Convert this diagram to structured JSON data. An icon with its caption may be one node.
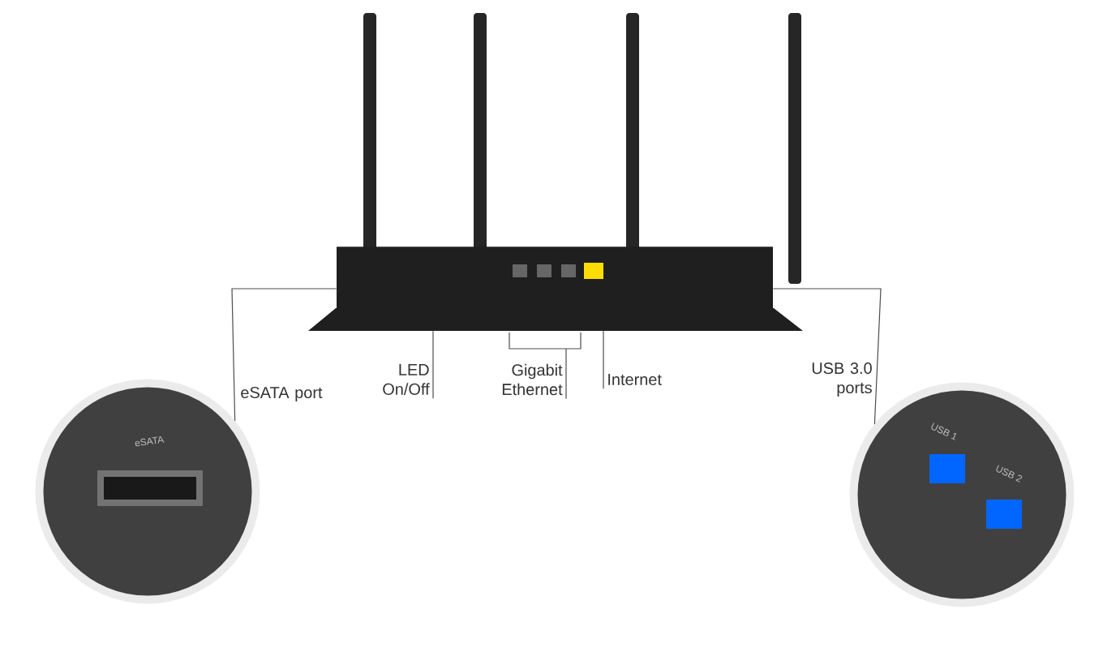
{
  "diagram": {
    "nodes": [
      {
        "text": [],
        "shape": "picture"
      },
      {
        "text": [],
        "shape": "picture",
        "beside": [
          "eSATA port"
        ]
      },
      {
        "text": [
          "LED On/Off"
        ]
      },
      {
        "text": [
          "Gigabit Ethernet"
        ]
      },
      {
        "text": [
          "Internet"
        ]
      },
      {
        "text": [],
        "shape": "picture",
        "beside": [
          "USB 3.0 ports"
        ]
      }
    ],
    "edges": [
      {
        "from": 0,
        "to": 1,
        "arrow": "none"
      },
      {
        "from": 2,
        "to": 0,
        "arrow": "none"
      },
      {
        "from": 3,
        "to": 0,
        "arrow": "none"
      },
      {
        "from": 4,
        "to": 0,
        "arrow": "none"
      },
      {
        "from": 0,
        "to": 5,
        "arrow": "none"
      }
    ],
    "labels": [
      "eSATA",
      "USB 1",
      "USB 2"
    ]
  }
}
